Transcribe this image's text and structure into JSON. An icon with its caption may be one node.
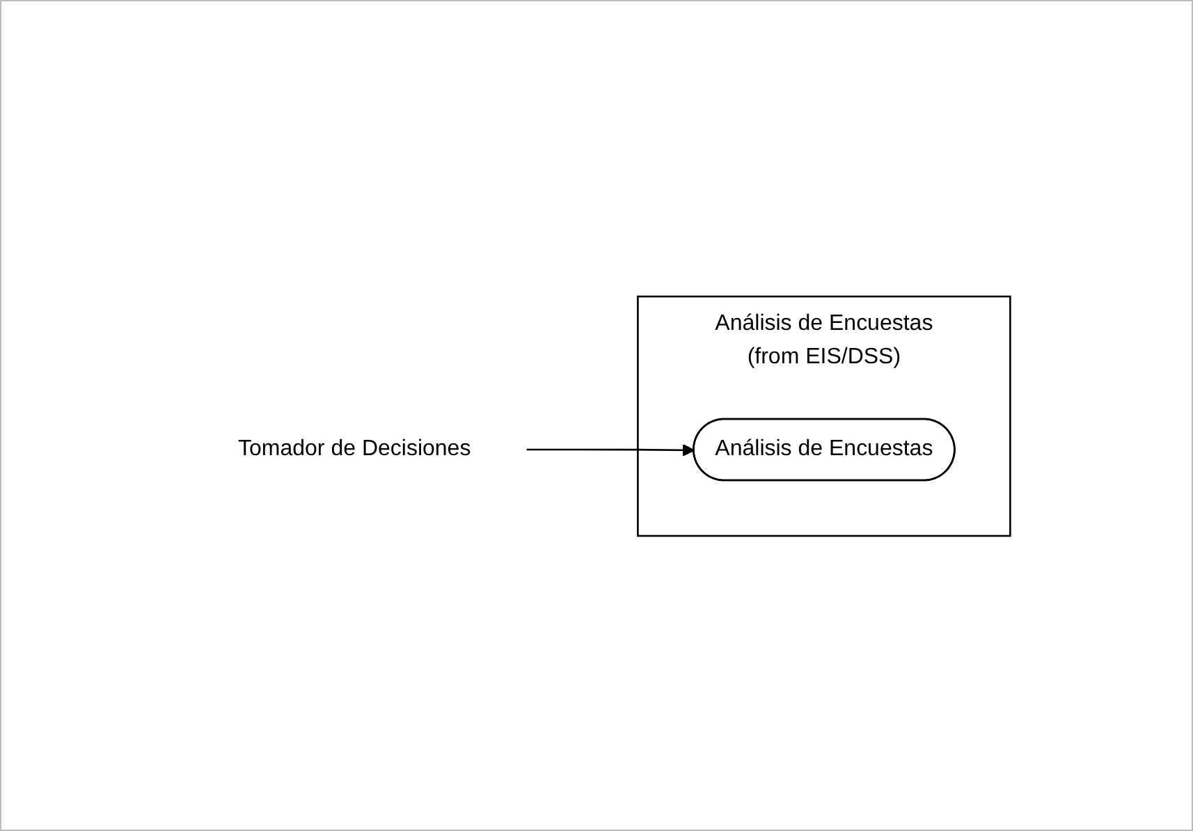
{
  "diagram": {
    "nodes": [
      {
        "text": [
          "Análisis de Encuestas",
          "(from EIS/DSS)"
        ]
      },
      {
        "text": [
          "Tomador de Decisiones"
        ]
      },
      {
        "text": [
          "Análisis de Encuestas"
        ],
        "in": 0
      }
    ],
    "edges": [
      {
        "from": 1,
        "to": 2,
        "arrow": "to"
      }
    ]
  }
}
